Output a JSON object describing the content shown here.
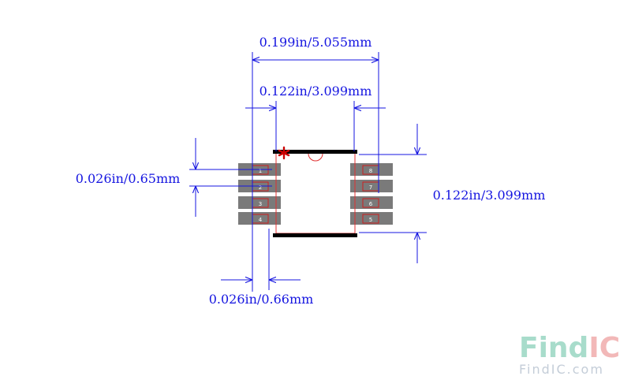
{
  "colors": {
    "dimension": "#1515e0",
    "pad": "#7a7a7a",
    "pad_outline": "#cc2020",
    "body_outline": "#e03030",
    "body_edge": "#000000",
    "pin1_marker": "#cc0000",
    "watermark_find": "#a8dccb",
    "watermark_ic": "#f2b8b8",
    "watermark_sub": "#c4cdd8"
  },
  "dimensions": {
    "overall_width": "0.199in/5.055mm",
    "body_width": "0.122in/3.099mm",
    "pitch": "0.026in/0.65mm",
    "body_length": "0.122in/3.099mm",
    "lead_width": "0.026in/0.66mm"
  },
  "pins": {
    "left": [
      "1",
      "2",
      "3",
      "4"
    ],
    "right": [
      "8",
      "7",
      "6",
      "5"
    ]
  },
  "pin1_marker_icon": "asterisk-icon",
  "watermark": {
    "logo_find": "Find",
    "logo_ic": "IC",
    "site": "FindIC.com"
  }
}
